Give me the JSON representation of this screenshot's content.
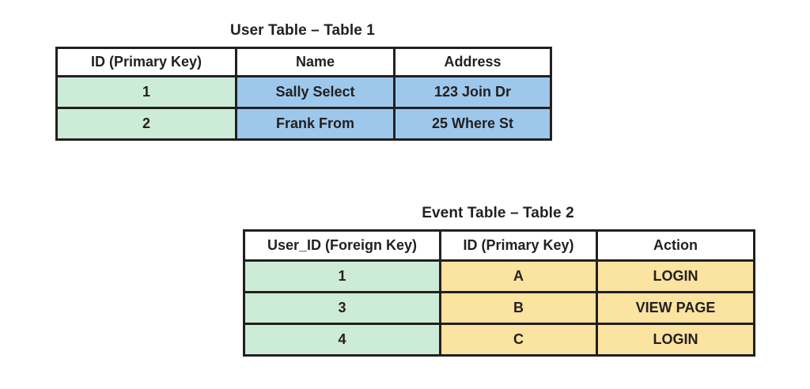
{
  "page": {
    "background": "#ffffff",
    "colors": {
      "key_green": "#cdecd8",
      "user_blue": "#9dc8ec",
      "event_yellow": "#fbe3a0",
      "border": "#231f20",
      "text": "#231f20"
    }
  },
  "tables": [
    {
      "id": "user-table",
      "title": "User Table – Table 1",
      "headers": [
        "ID (Primary Key)",
        "Name",
        "Address"
      ],
      "column_fills": [
        "key_green",
        "user_blue",
        "user_blue"
      ],
      "rows": [
        [
          "1",
          "Sally Select",
          "123 Join Dr"
        ],
        [
          "2",
          "Frank From",
          "25 Where St"
        ]
      ]
    },
    {
      "id": "event-table",
      "title": "Event Table – Table 2",
      "headers": [
        "User_ID (Foreign Key)",
        "ID (Primary Key)",
        "Action"
      ],
      "column_fills": [
        "key_green",
        "event_yellow",
        "event_yellow"
      ],
      "rows": [
        [
          "1",
          "A",
          "LOGIN"
        ],
        [
          "3",
          "B",
          "VIEW PAGE"
        ],
        [
          "4",
          "C",
          "LOGIN"
        ]
      ]
    }
  ]
}
